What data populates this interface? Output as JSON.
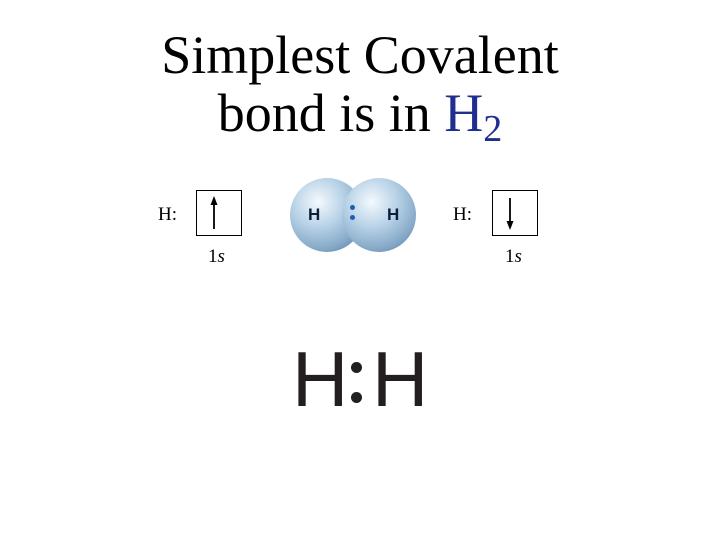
{
  "title": {
    "line1": "Simplest Covalent",
    "line2_prefix": "bond is in ",
    "formula_symbol": "H",
    "formula_subscript": "2",
    "formula_color": "#1f2f8f"
  },
  "orbital_left": {
    "atom": "H:",
    "spin": "up",
    "orbital_number": "1",
    "orbital_letter": "s"
  },
  "orbital_right": {
    "atom": "H:",
    "spin": "down",
    "orbital_number": "1",
    "orbital_letter": "s"
  },
  "molecule": {
    "left_atom": "H",
    "right_atom": "H",
    "sphere_color": "#9fc0dc",
    "electron_pair_color": "#1e5fb0"
  },
  "lewis": {
    "left_atom": "H",
    "right_atom": "H",
    "color": "#231f20"
  }
}
